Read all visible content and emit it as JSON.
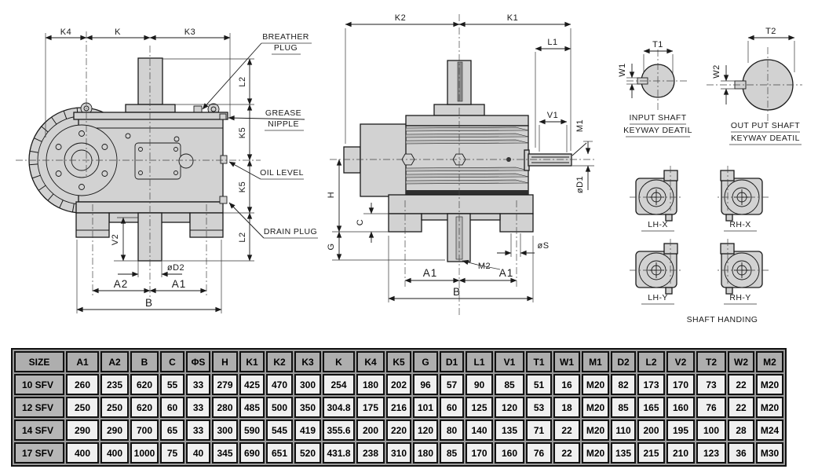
{
  "colors": {
    "drawing_fill": "#d2d2d2",
    "line": "#1a1a1a",
    "table_header_bg": "#aeaeae",
    "table_size_col_bg": "#b6b6b6",
    "table_cell_bg": "#f0f0f0",
    "table_grid": "#111111"
  },
  "side_view": {
    "dims": {
      "k4": "K4",
      "k": "K",
      "k3": "K3",
      "l2_top": "L2",
      "k5_top": "K5",
      "k5_bottom": "K5",
      "l2_bottom": "L2",
      "v2": "V2",
      "d2": "øD2",
      "a2": "A2",
      "a1": "A1",
      "b": "B"
    },
    "callouts": {
      "breather_1": "BREATHER",
      "breather_2": "PLUG",
      "grease_1": "GREASE",
      "grease_2": "NIPPLE",
      "oil_level": "OIL LEVEL",
      "drain_plug": "DRAIN PLUG"
    }
  },
  "front_view": {
    "dims": {
      "k2": "K2",
      "k1": "K1",
      "l1": "L1",
      "v1": "V1",
      "m1": "M1",
      "d1": "øD1",
      "h": "H",
      "c": "C",
      "g": "G",
      "s": "øS",
      "m2": "M2",
      "a1_left": "A1",
      "a1_right": "A1",
      "b": "B"
    }
  },
  "keyway_details": {
    "input": {
      "t": "T1",
      "w": "W1",
      "caption_1": "INPUT SHAFT",
      "caption_2": "KEYWAY DEATIL"
    },
    "output": {
      "t": "T2",
      "w": "W2",
      "caption_1": "OUT PUT SHAFT",
      "caption_2": "KEYWAY DEATIL"
    }
  },
  "shaft_handing": {
    "title": "SHAFT HANDING",
    "lh_x": "LH-X",
    "rh_x": "RH-X",
    "lh_y": "LH-Y",
    "rh_y": "RH-Y"
  },
  "table": {
    "headers": [
      "SIZE",
      "A1",
      "A2",
      "B",
      "C",
      "ΦS",
      "H",
      "K1",
      "K2",
      "K3",
      "K",
      "K4",
      "K5",
      "G",
      "D1",
      "L1",
      "V1",
      "T1",
      "W1",
      "M1",
      "D2",
      "L2",
      "V2",
      "T2",
      "W2",
      "M2"
    ],
    "rows": [
      {
        "size": "10 SFV",
        "values": [
          "260",
          "235",
          "620",
          "55",
          "33",
          "279",
          "425",
          "470",
          "300",
          "254",
          "180",
          "202",
          "96",
          "57",
          "90",
          "85",
          "51",
          "16",
          "M20",
          "82",
          "173",
          "170",
          "73",
          "22",
          "M20"
        ]
      },
      {
        "size": "12 SFV",
        "values": [
          "250",
          "250",
          "620",
          "60",
          "33",
          "280",
          "485",
          "500",
          "350",
          "304.8",
          "175",
          "216",
          "101",
          "60",
          "125",
          "120",
          "53",
          "18",
          "M20",
          "85",
          "165",
          "160",
          "76",
          "22",
          "M20"
        ]
      },
      {
        "size": "14 SFV",
        "values": [
          "290",
          "290",
          "700",
          "65",
          "33",
          "300",
          "590",
          "545",
          "419",
          "355.6",
          "200",
          "220",
          "120",
          "80",
          "140",
          "135",
          "71",
          "22",
          "M20",
          "110",
          "200",
          "195",
          "100",
          "28",
          "M24"
        ]
      },
      {
        "size": "17 SFV",
        "values": [
          "400",
          "400",
          "1000",
          "75",
          "40",
          "345",
          "690",
          "651",
          "520",
          "431.8",
          "238",
          "310",
          "180",
          "85",
          "170",
          "160",
          "76",
          "22",
          "M20",
          "135",
          "215",
          "210",
          "123",
          "36",
          "M30"
        ]
      }
    ]
  }
}
